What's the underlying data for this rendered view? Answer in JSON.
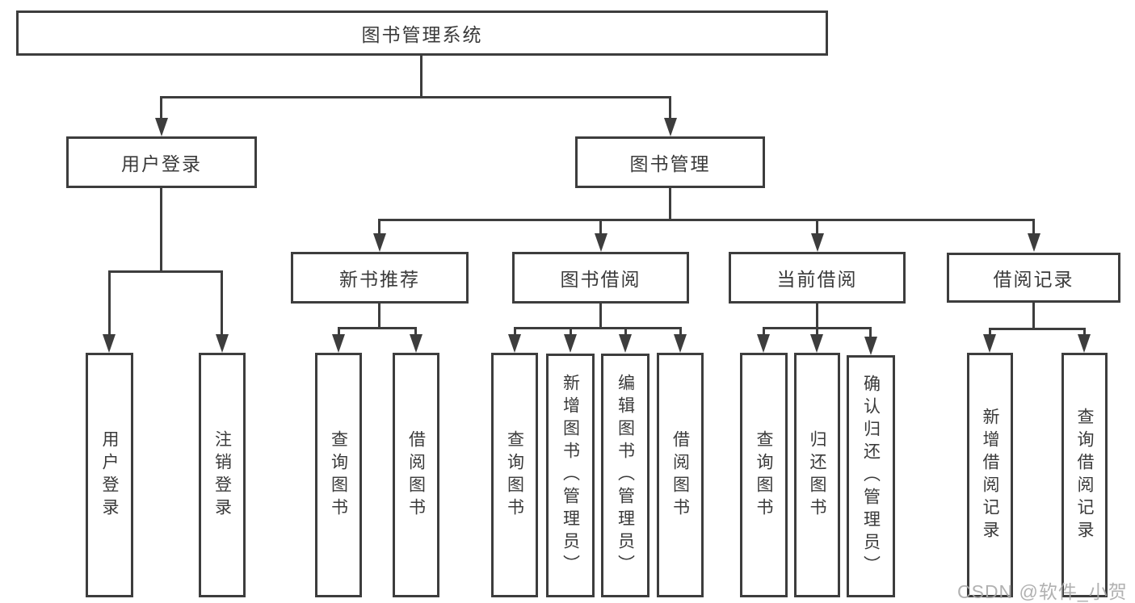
{
  "diagram": {
    "root": {
      "label": "图书管理系统"
    },
    "branches": [
      {
        "label": "用户登录",
        "children": [
          {
            "label": "用户登录"
          },
          {
            "label": "注销登录"
          }
        ]
      },
      {
        "label": "图书管理",
        "children": [
          {
            "label": "新书推荐",
            "children": [
              {
                "label": "查询图书"
              },
              {
                "label": "借阅图书"
              }
            ]
          },
          {
            "label": "图书借阅",
            "children": [
              {
                "label": "查询图书"
              },
              {
                "label": "新增图书（管理员）"
              },
              {
                "label": "编辑图书（管理员）"
              },
              {
                "label": "借阅图书"
              }
            ]
          },
          {
            "label": "当前借阅",
            "children": [
              {
                "label": "查询图书"
              },
              {
                "label": "归还图书"
              },
              {
                "label": "确认归还（管理员）"
              }
            ]
          },
          {
            "label": "借阅记录",
            "children": [
              {
                "label": "新增借阅记录"
              },
              {
                "label": "查询借阅记录"
              }
            ]
          }
        ]
      }
    ]
  },
  "watermark": {
    "text": "CSDN @软件_小贺同学"
  },
  "colors": {
    "line": "#3d3d3d",
    "text": "#3a3a3a",
    "background": "#ffffff",
    "watermark": "#a9a9a9"
  }
}
